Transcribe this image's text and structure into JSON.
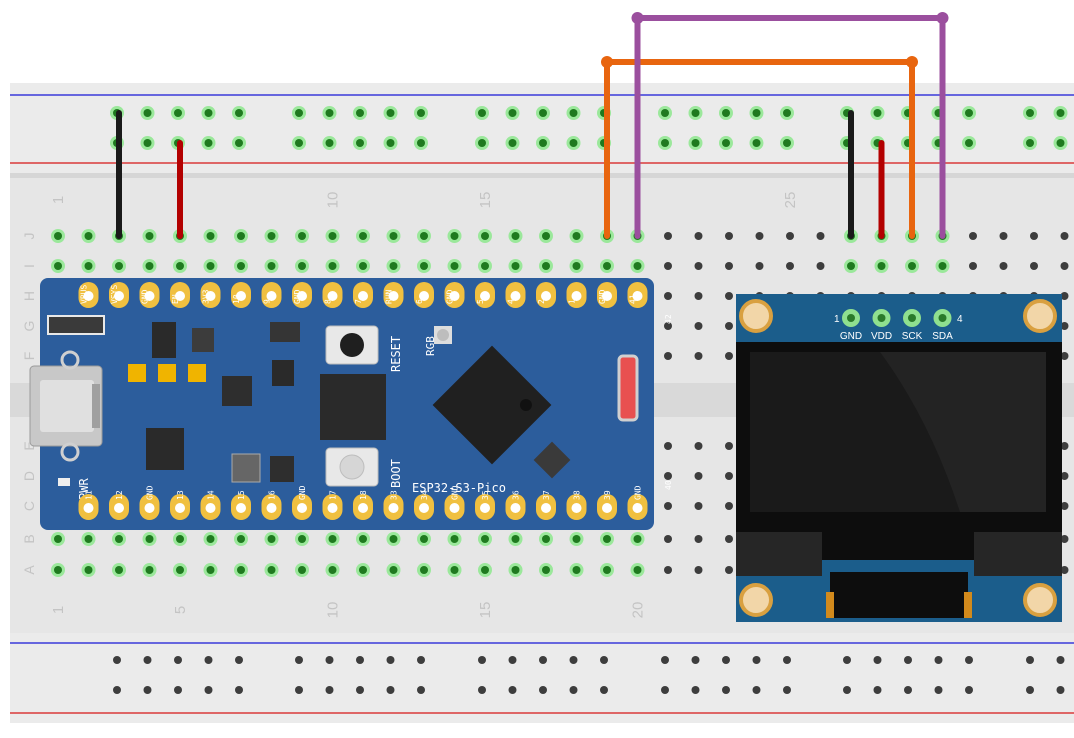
{
  "breadboard": {
    "column_numbers": [
      "1",
      "5",
      "10",
      "15",
      "20",
      "25"
    ],
    "row_letters": [
      "J",
      "I",
      "H",
      "G",
      "F",
      "E",
      "D",
      "C",
      "B",
      "A"
    ]
  },
  "board": {
    "name": "ESP32-S3-Pico",
    "top_pins": [
      "VBUS",
      "VSYS",
      "GND",
      "EN",
      "3V3",
      "10",
      "9",
      "GND",
      "8",
      "7",
      "RUN",
      "6",
      "GND",
      "5",
      "4",
      "2",
      "1",
      "GND",
      "41"
    ],
    "bottom_pins": [
      "11",
      "12",
      "GND",
      "13",
      "14",
      "15",
      "16",
      "GND",
      "17",
      "18",
      "33",
      "34",
      "GND",
      "35",
      "36",
      "37",
      "38",
      "39",
      "GND"
    ],
    "corner_top": "42",
    "corner_bottom": "40",
    "labels": {
      "reset": "RESET",
      "rgb": "RGB",
      "boot": "BOOT",
      "pwr": "PWR"
    }
  },
  "oled": {
    "pins": [
      "GND",
      "VDD",
      "SCK",
      "SDA"
    ],
    "pin_first": "1",
    "pin_last": "4"
  },
  "wires": {
    "colors": {
      "black": "#1a1a1a",
      "red": "#b30000",
      "orange": "#e8650f",
      "purple": "#9b4f9e"
    }
  }
}
